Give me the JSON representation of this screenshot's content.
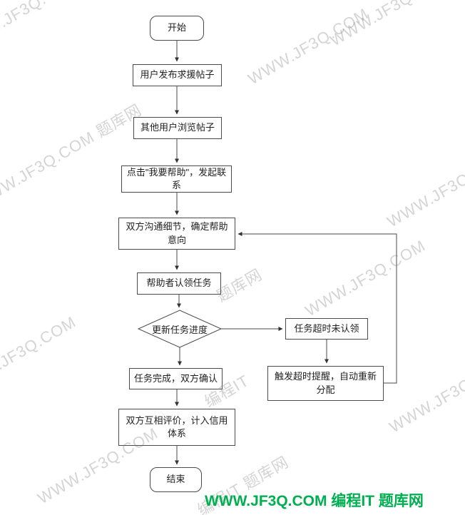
{
  "flowchart": {
    "nodes": {
      "start": {
        "label": "开始"
      },
      "post_request": {
        "label": "用户发布求援帖子"
      },
      "browse": {
        "label": "其他用户浏览帖子"
      },
      "click_help": {
        "label": "点击\"我要帮助\"，发起联系"
      },
      "communicate": {
        "label": "双方沟通细节，确定帮助意向"
      },
      "claim_task": {
        "label": "帮助者认领任务"
      },
      "update_progress": {
        "label": "更新任务进度"
      },
      "timeout_unclaimed": {
        "label": "任务超时未认领"
      },
      "timeout_reminder": {
        "label": "触发超时提醒，自动重新分配"
      },
      "complete_confirm": {
        "label": "任务完成，双方确认"
      },
      "mutual_rating": {
        "label": "双方互相评价，计入信用体系"
      },
      "end": {
        "label": "结束"
      }
    },
    "edges": [
      {
        "from": "start",
        "to": "post_request"
      },
      {
        "from": "post_request",
        "to": "browse"
      },
      {
        "from": "browse",
        "to": "click_help"
      },
      {
        "from": "click_help",
        "to": "communicate"
      },
      {
        "from": "communicate",
        "to": "claim_task"
      },
      {
        "from": "claim_task",
        "to": "update_progress"
      },
      {
        "from": "update_progress",
        "to": "complete_confirm"
      },
      {
        "from": "update_progress",
        "to": "timeout_unclaimed"
      },
      {
        "from": "timeout_unclaimed",
        "to": "timeout_reminder"
      },
      {
        "from": "timeout_reminder",
        "to": "communicate"
      },
      {
        "from": "complete_confirm",
        "to": "mutual_rating"
      },
      {
        "from": "mutual_rating",
        "to": "end"
      }
    ]
  },
  "watermark": {
    "items": [
      "WWW.JF3Q.COM",
      "WWW.JF3Q.COM",
      "WWW.JF3Q.COM",
      "WWW.JF3Q.COM 题库网",
      "WWW.JF3Q.COM",
      "WWW.JF3Q.COM",
      "题库网",
      "WWW.JF3Q.COM",
      "编程IT",
      "WWW.JF3Q.COM",
      "WWW.JF3Q.COM",
      "编程IT 题库网"
    ]
  },
  "footer": {
    "text": "WWW.JF3Q.COM 编程IT  题库网",
    "color": "#00b050"
  }
}
